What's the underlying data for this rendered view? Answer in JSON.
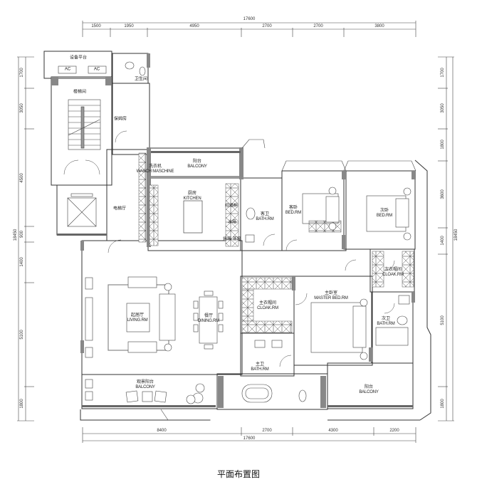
{
  "caption": "平面布置图",
  "dimensions": {
    "top_total": "17600",
    "top_segments": [
      "1500",
      "1950",
      "4950",
      "2700",
      "2700",
      "3800"
    ],
    "bottom_total": "17600",
    "bottom_segments": [
      "8400",
      "2700",
      "4300",
      "2200"
    ],
    "left_total": "18450",
    "left_segments": [
      "1700",
      "3050",
      "4500",
      "900",
      "1400",
      "5100",
      "1800"
    ],
    "right_total": "18450",
    "right_segments": [
      "1700",
      "3050",
      "1800",
      "3600",
      "1400",
      "5100",
      "1800"
    ]
  },
  "rooms": {
    "equipment_platform": {
      "cn": "设备平台"
    },
    "ac_left": {
      "cn": "AC"
    },
    "ac_right": {
      "cn": "AC"
    },
    "staff_wc": {
      "cn": "卫生间"
    },
    "stairwell": {
      "cn": "楼梯间"
    },
    "maid_room": {
      "cn": "保姆房"
    },
    "elevator_hall": {
      "cn": "电梯厅"
    },
    "wash_machine": {
      "cn": "洗衣机",
      "en": "WASCH MASCHINE"
    },
    "kitchen_balcony": {
      "cn": "阳台",
      "en": "BALCONY"
    },
    "kitchen": {
      "cn": "厨房",
      "en": "KITCHEN"
    },
    "wine_cabinet": {
      "cn": "红酒柜"
    },
    "fridge": {
      "cn": "冰箱"
    },
    "oven": {
      "cn": "烤箱 蒸箱"
    },
    "guest_bath": {
      "cn": "客卫",
      "en": "BATH.RM"
    },
    "guest_bedroom": {
      "cn": "客卧",
      "en": "BED.RM"
    },
    "second_bedroom": {
      "cn": "次卧",
      "en": "BED.RM"
    },
    "second_cloak": {
      "cn": "次衣帽间",
      "en": "CLOAK.RM"
    },
    "second_bath": {
      "cn": "次卫",
      "en": "BATH.RM"
    },
    "living": {
      "cn": "起居厅",
      "en": "LIVING.RM"
    },
    "dining": {
      "cn": "餐厅",
      "en": "DINING.RM"
    },
    "master_cloak": {
      "cn": "主衣帽间",
      "en": "CLOAK.RM"
    },
    "master_bedroom": {
      "cn": "主卧室",
      "en": "MASTER BED.RM"
    },
    "master_bath": {
      "cn": "主卫",
      "en": "BATH.RM"
    },
    "view_balcony": {
      "cn": "观景阳台",
      "en": "BALCONY"
    },
    "master_balcony": {
      "cn": "阳台",
      "en": "BALCONY"
    }
  }
}
